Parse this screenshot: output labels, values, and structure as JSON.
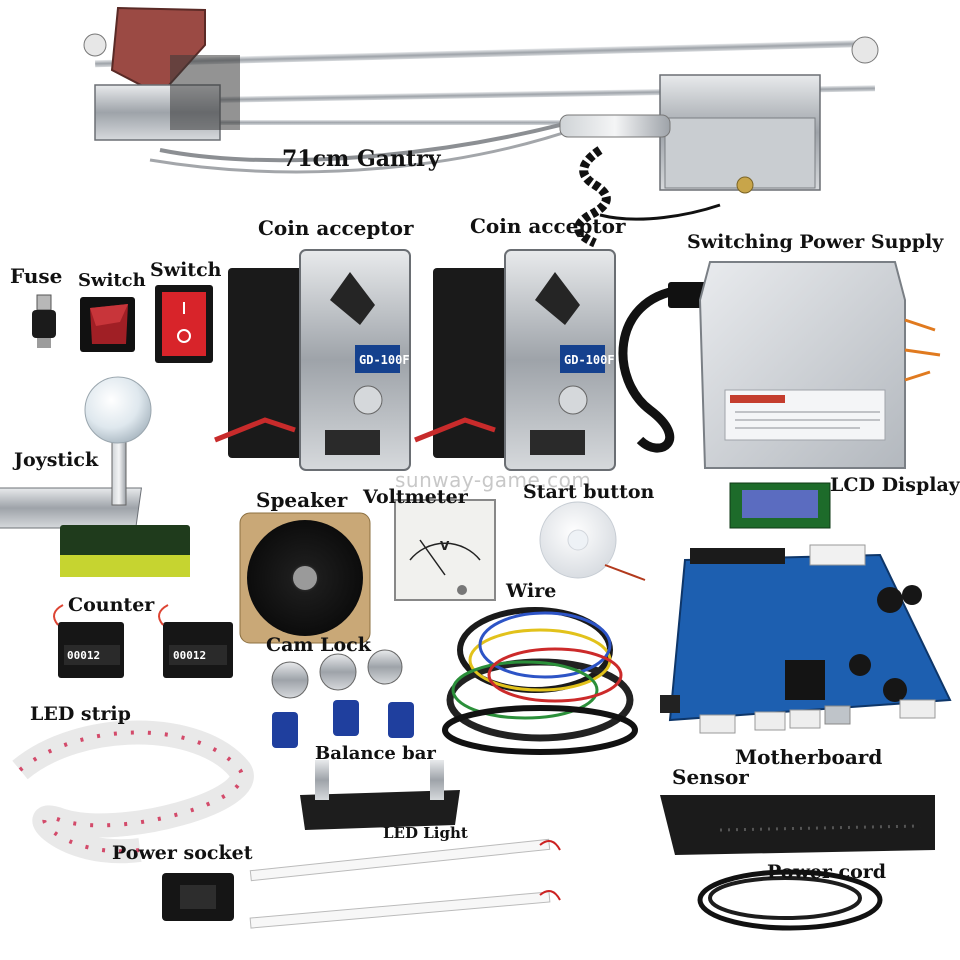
{
  "labels": {
    "gantry": "71cm Gantry",
    "coin_acceptor_1": "Coin acceptor",
    "coin_acceptor_2": "Coin acceptor",
    "switching_power_supply": "Switching Power Supply",
    "fuse": "Fuse",
    "switch_1": "Switch",
    "switch_2": "Switch",
    "joystick": "Joystick",
    "speaker": "Speaker",
    "voltmeter": "Voltmeter",
    "start_button": "Start button",
    "lcd_display": "LCD Display",
    "counter": "Counter",
    "wire": "Wire",
    "cam_lock": "Cam Lock",
    "led_strip": "LED strip",
    "balance_bar": "Balance bar",
    "motherboard": "Motherboard",
    "sensor": "Sensor",
    "led_light": "LED Light",
    "power_socket": "Power socket",
    "power_cord": "Power cord"
  },
  "watermark": "sunway-game.com",
  "coin_acceptor_model": "GD-100F",
  "counter_display": "00012",
  "voltmeter_unit": "V",
  "colors": {
    "text": "#111111",
    "motherboard_blue": "#1d5fb0",
    "cam_key_blue": "#1f3f9e",
    "switch_red": "#d8242a",
    "steel": "#a9adb3"
  }
}
